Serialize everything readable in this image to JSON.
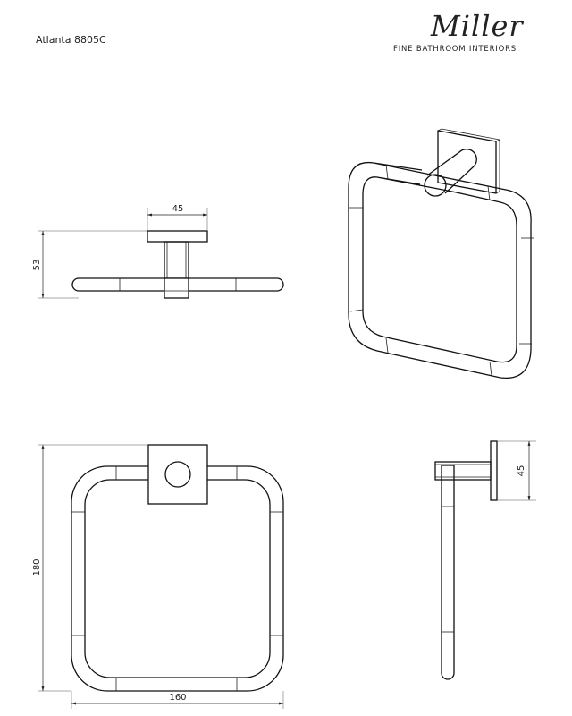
{
  "header": {
    "product_code": "Atlanta 8805C",
    "brand_logo": "Miller",
    "brand_tagline": "FINE BATHROOM INTERIORS"
  },
  "dimensions": {
    "top_view_width": "45",
    "top_view_height": "53",
    "front_height": "180",
    "front_width": "160",
    "side_plate_height": "45"
  }
}
